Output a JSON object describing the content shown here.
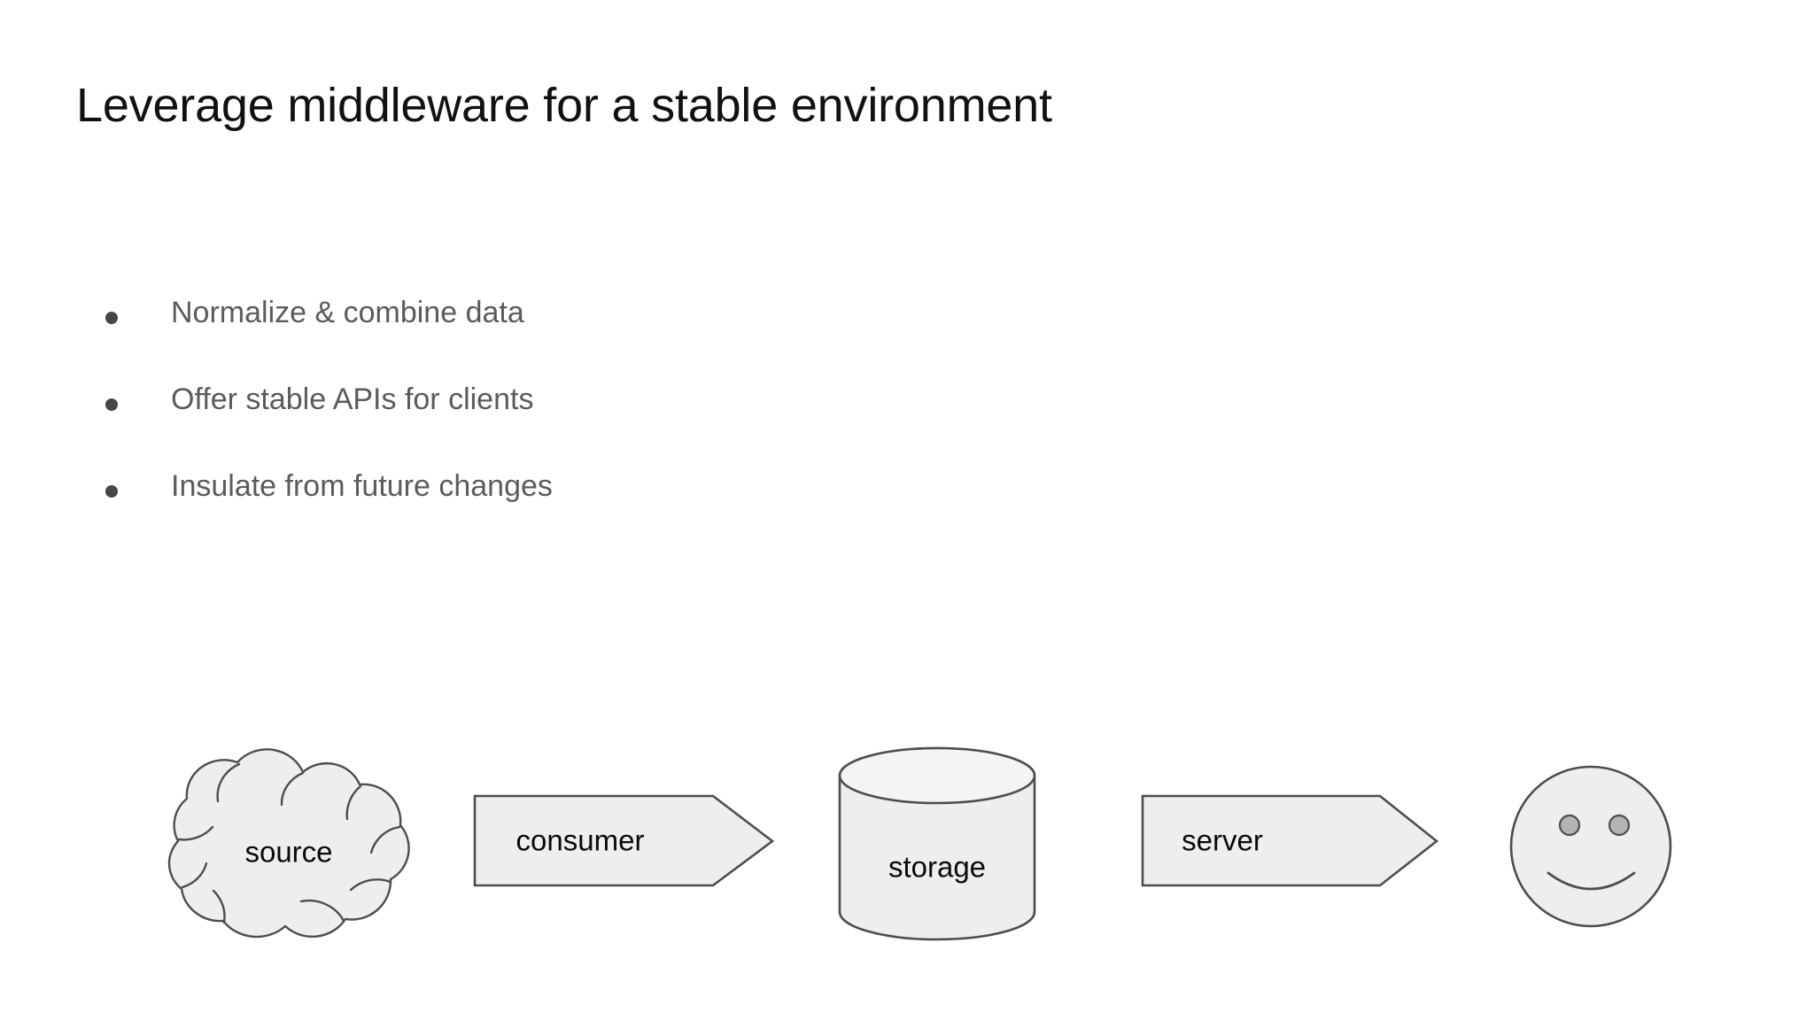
{
  "slide": {
    "title": "Leverage middleware for a stable environment",
    "background_color": "#ffffff"
  },
  "bullets": {
    "marker_icon": "bullet-dot-icon",
    "marker_color": "#464646",
    "text_color": "#5b5b5b",
    "items": [
      {
        "label": "Normalize & combine data"
      },
      {
        "label": "Offer stable APIs for clients"
      },
      {
        "label": "Insulate from future changes"
      }
    ]
  },
  "diagram": {
    "fill_color": "#eeeeee",
    "stroke_color": "#4d4d4d",
    "label_color": "#0a0a0a",
    "flow_order": [
      "source",
      "consumer",
      "storage",
      "server",
      "client"
    ],
    "nodes": [
      {
        "id": "source",
        "label": "source",
        "shape": "cloud",
        "icon": "cloud-icon"
      },
      {
        "id": "consumer",
        "label": "consumer",
        "shape": "arrow-right",
        "icon": "arrow-right-icon"
      },
      {
        "id": "storage",
        "label": "storage",
        "shape": "cylinder",
        "icon": "database-cylinder-icon"
      },
      {
        "id": "server",
        "label": "server",
        "shape": "arrow-right",
        "icon": "arrow-right-icon"
      },
      {
        "id": "client",
        "label": "",
        "shape": "smiley",
        "icon": "smiley-face-icon",
        "eye_fill": "#b4b4b4"
      }
    ]
  }
}
